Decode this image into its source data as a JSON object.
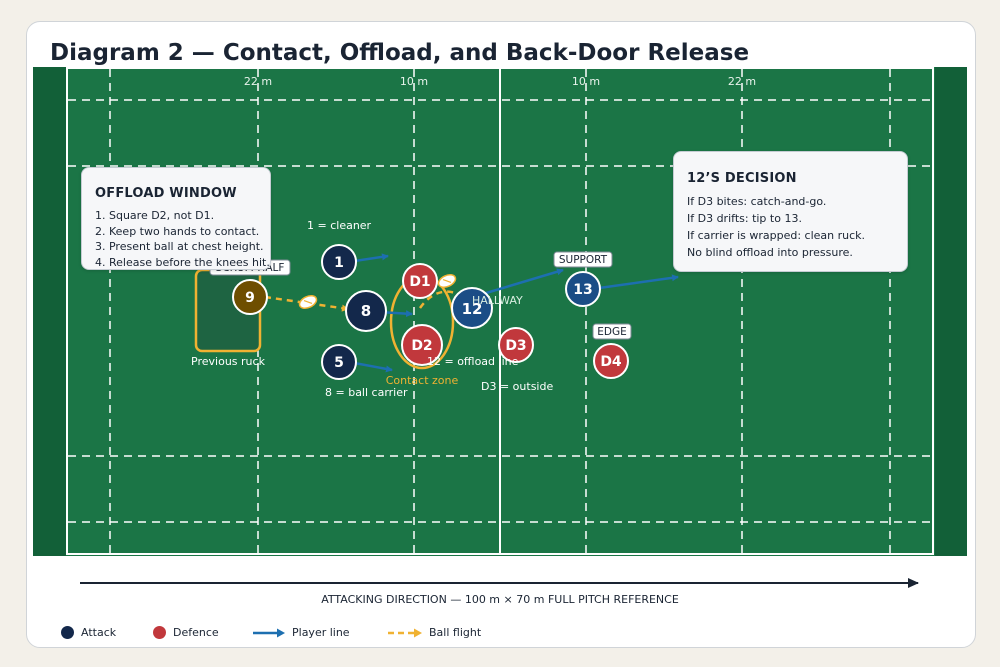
{
  "title": "Diagram 2 — Contact, Offload, and Back-Door Release",
  "colors": {
    "pitch": "#1b7546",
    "pitch_edge": "#126038",
    "line": "#ffffff",
    "attack": "#13284b",
    "attack_blue": "#1b4d86",
    "halfback": "#6e4e00",
    "defence": "#c1383c",
    "player_line": "#1d6fb0",
    "ball_flight": "#f0b232"
  },
  "markers": {
    "m22_left": "22 m",
    "m10_left": "10 m",
    "m10_right": "10 m",
    "m22_right": "22 m"
  },
  "players": {
    "p1": "1",
    "p9": "9",
    "p8": "8",
    "p5": "5",
    "p12": "12",
    "p13": "13",
    "d1": "D1",
    "d2": "D2",
    "d3": "D3",
    "d4": "D4"
  },
  "labels": {
    "scrum_half": "SCRUM-HALF",
    "previous_ruck": "Previous ruck",
    "cleaner": "1 = cleaner",
    "ball_carrier": "8 = ball carrier",
    "contact_zone": "Contact zone",
    "offload_line": "12 = offload line",
    "d3_outside": "D3 = outside",
    "hallway": "HALLWAY",
    "support": "SUPPORT",
    "edge": "EDGE"
  },
  "offload_window": {
    "title": "OFFLOAD WINDOW",
    "items": [
      "1. Square D2, not D1.",
      "2. Keep two hands to contact.",
      "3. Present ball at chest height.",
      "4. Release before the knees hit."
    ]
  },
  "decision": {
    "title": "12’S DECISION",
    "items": [
      "If D3 bites: catch-and-go.",
      "If D3 drifts: tip to 13.",
      "If carrier is wrapped: clean ruck.",
      "No blind offload into pressure."
    ]
  },
  "direction_label": "ATTACKING DIRECTION — 100 m × 70 m FULL PITCH REFERENCE",
  "legend": {
    "attack": "Attack",
    "defence": "Defence",
    "player_line": "Player line",
    "ball_flight": "Ball flight"
  }
}
